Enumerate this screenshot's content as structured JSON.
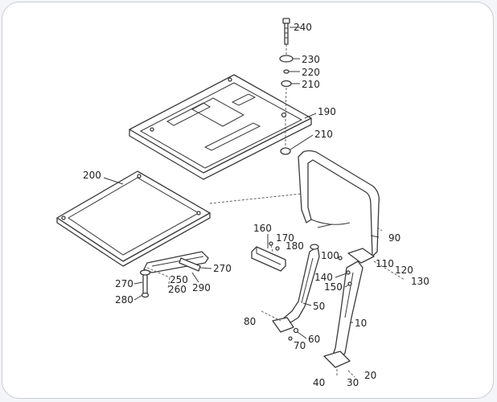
{
  "callouts": {
    "p240": "240",
    "p230": "230",
    "p220": "220",
    "p210a": "210",
    "p190": "190",
    "p210b": "210",
    "p200": "200",
    "p90": "90",
    "p160": "160",
    "p170": "170",
    "p180": "180",
    "p100": "100",
    "p110": "110",
    "p120": "120",
    "p130": "130",
    "p140": "140",
    "p150": "150",
    "p270a": "270",
    "p270b": "270",
    "p250": "250",
    "p260": "260",
    "p290": "290",
    "p280": "280",
    "p50": "50",
    "p80": "80",
    "p60": "60",
    "p70": "70",
    "p10": "10",
    "p40": "40",
    "p30": "30",
    "p20": "20"
  }
}
